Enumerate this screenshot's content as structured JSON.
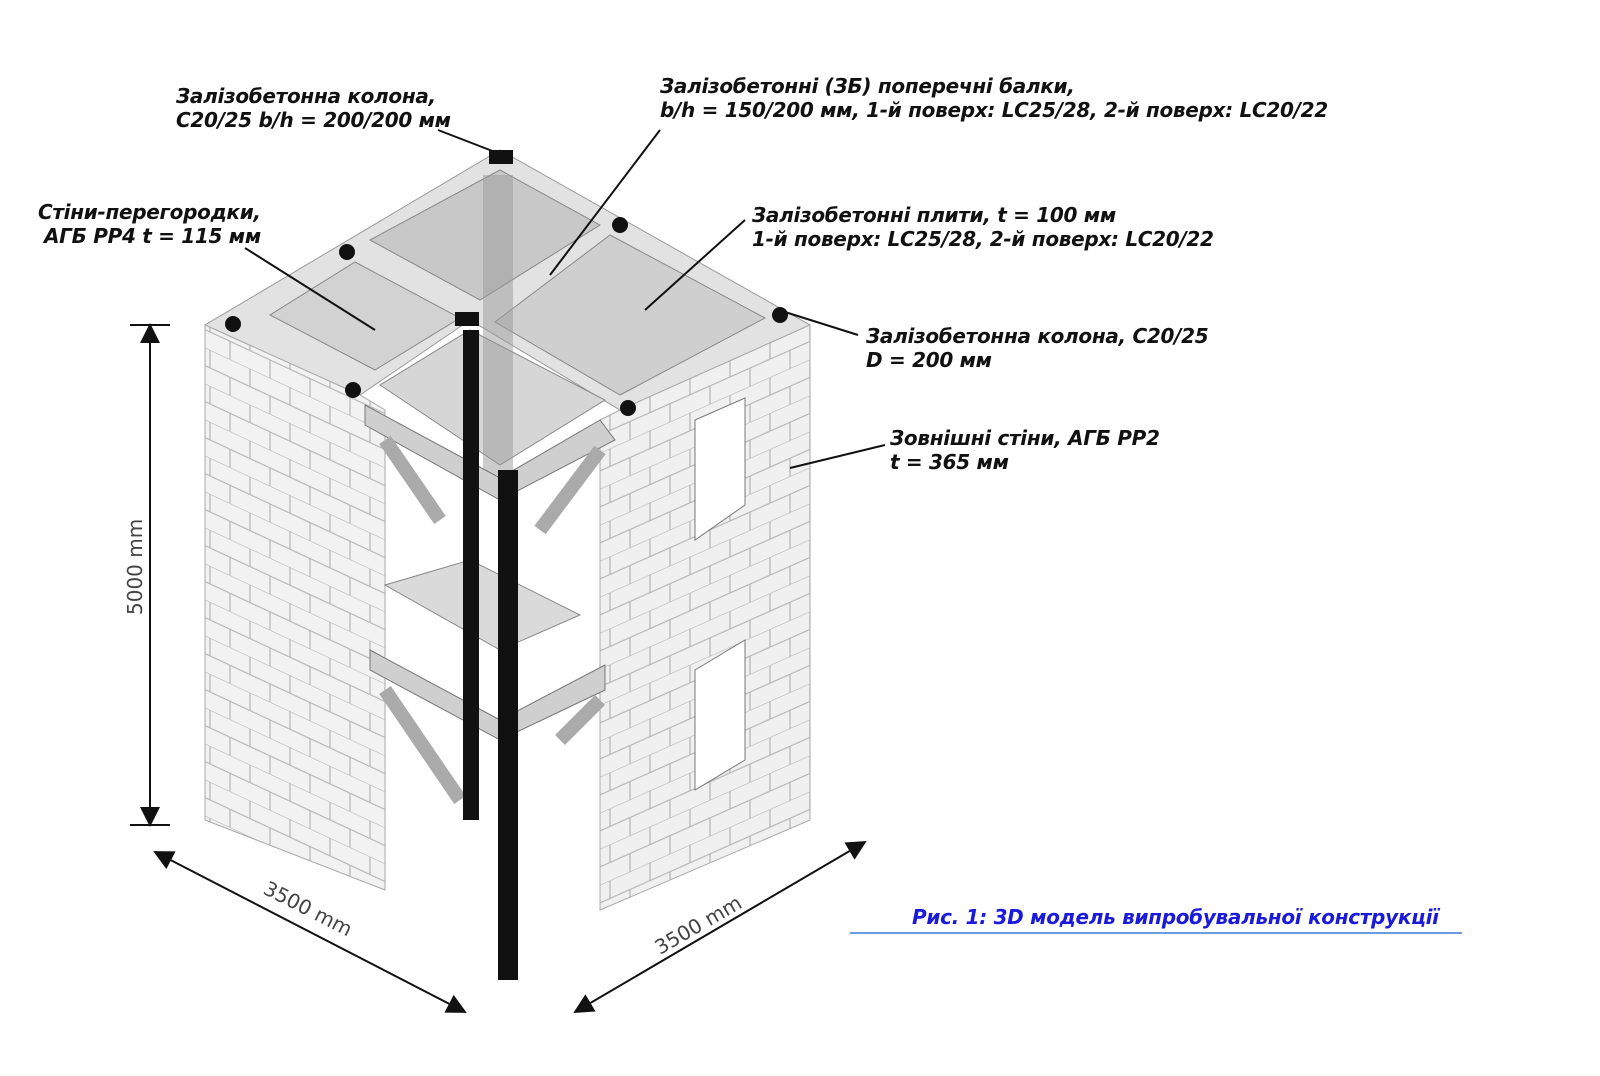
{
  "labels": {
    "column_square": [
      "Залізобетонна колона,",
      "C20/25 b/h = 200/200 мм"
    ],
    "beams": [
      "Залізобетонні (ЗБ) поперечні балки,",
      "b/h = 150/200 мм, 1-й поверх: LC25/28, 2-й поверх: LC20/22"
    ],
    "partitions": [
      "Стіни-перегородки,",
      "АГБ PP4 t = 115 мм"
    ],
    "slabs": [
      "Залізобетонні плити, t = 100 мм",
      "1-й поверх: LC25/28, 2-й поверх: LC20/22"
    ],
    "column_round": [
      "Залізобетонна колона, C20/25",
      "D = 200 мм"
    ],
    "outer_walls": [
      "Зовнішні стіни, АГБ PP2",
      "t = 365 мм"
    ]
  },
  "dimensions": {
    "height": "5000 mm",
    "width_left": "3500 mm",
    "width_right": "3500 mm"
  },
  "caption": "Рис. 1: 3D модель випробувальної конструкції",
  "colors": {
    "caption": "#1a1adb",
    "caption_line": "#6a9ee0"
  }
}
